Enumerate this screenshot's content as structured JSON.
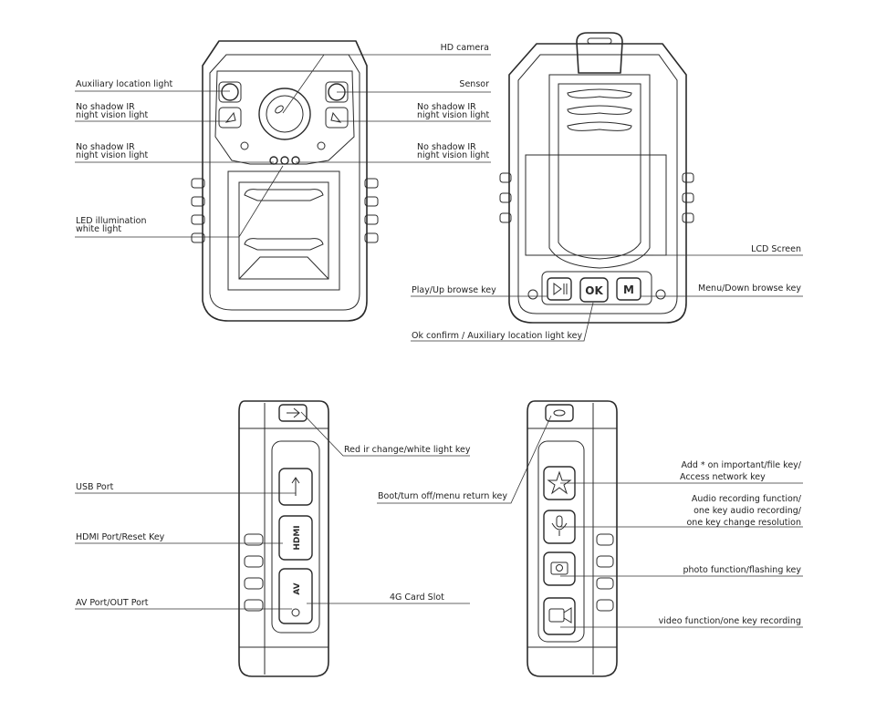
{
  "front_view": {
    "labels": {
      "hd_camera": "HD camera",
      "auxiliary_location_light": "Auxiliary location light",
      "sensor": "Sensor",
      "ir_left_top": [
        "No shadow IR",
        "night vision light"
      ],
      "ir_right_top": [
        "No shadow IR",
        "night vision light"
      ],
      "ir_left_bottom": [
        "No shadow IR",
        "night vision light"
      ],
      "ir_right_bottom": [
        "No shadow IR",
        "night vision light"
      ],
      "led_white_light": [
        "LED illumination",
        "white light"
      ]
    }
  },
  "back_view": {
    "labels": {
      "lcd_screen": "LCD Screen",
      "play_up_key": "Play/Up browse key",
      "menu_down_key": "Menu/Down browse key",
      "ok_key": "Ok confirm / Auxiliary location light key"
    },
    "keys": {
      "ok": "OK",
      "menu": "M"
    }
  },
  "left_side_view": {
    "labels": {
      "red_ir_key": "Red ir change/white light key",
      "usb_port": "USB Port",
      "hdmi_port": "HDMI Port/Reset Key",
      "av_port": "AV Port/OUT Port",
      "card_slot": "4G Card Slot"
    },
    "port_marks": {
      "hdmi": "HDMI",
      "av": "AV"
    }
  },
  "right_side_view": {
    "labels": {
      "boot_key": "Boot/turn off/menu return key",
      "star_key": [
        "Add * on important/file key/",
        "Access network key"
      ],
      "audio_key": [
        "Audio recording function/",
        "one key audio recording/",
        "one key change resolution"
      ],
      "photo_key": "photo function/flashing key",
      "video_key": "video function/one key recording"
    }
  }
}
